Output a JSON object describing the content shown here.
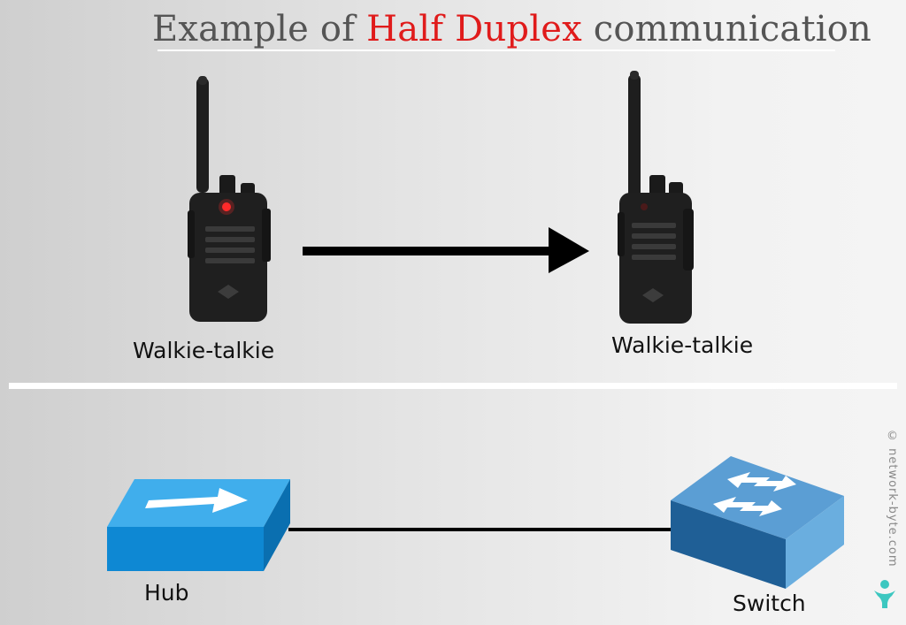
{
  "title": {
    "prefix": "Example of ",
    "highlight": "Half Duplex",
    "suffix": " communication"
  },
  "labels": {
    "walkie_left": "Walkie-talkie",
    "walkie_right": "Walkie-talkie",
    "hub": "Hub",
    "switch": "Switch"
  },
  "watermark": "© network-byte.com",
  "colors": {
    "title_text": "#555555",
    "title_highlight": "#e01b1b",
    "arrow": "#000000",
    "hub_top": "#3aa6e6",
    "switch_top": "#4d91c9"
  },
  "icons": [
    "walkie-talkie-icon",
    "hub-icon",
    "switch-icon",
    "network-byte-logo-icon"
  ]
}
